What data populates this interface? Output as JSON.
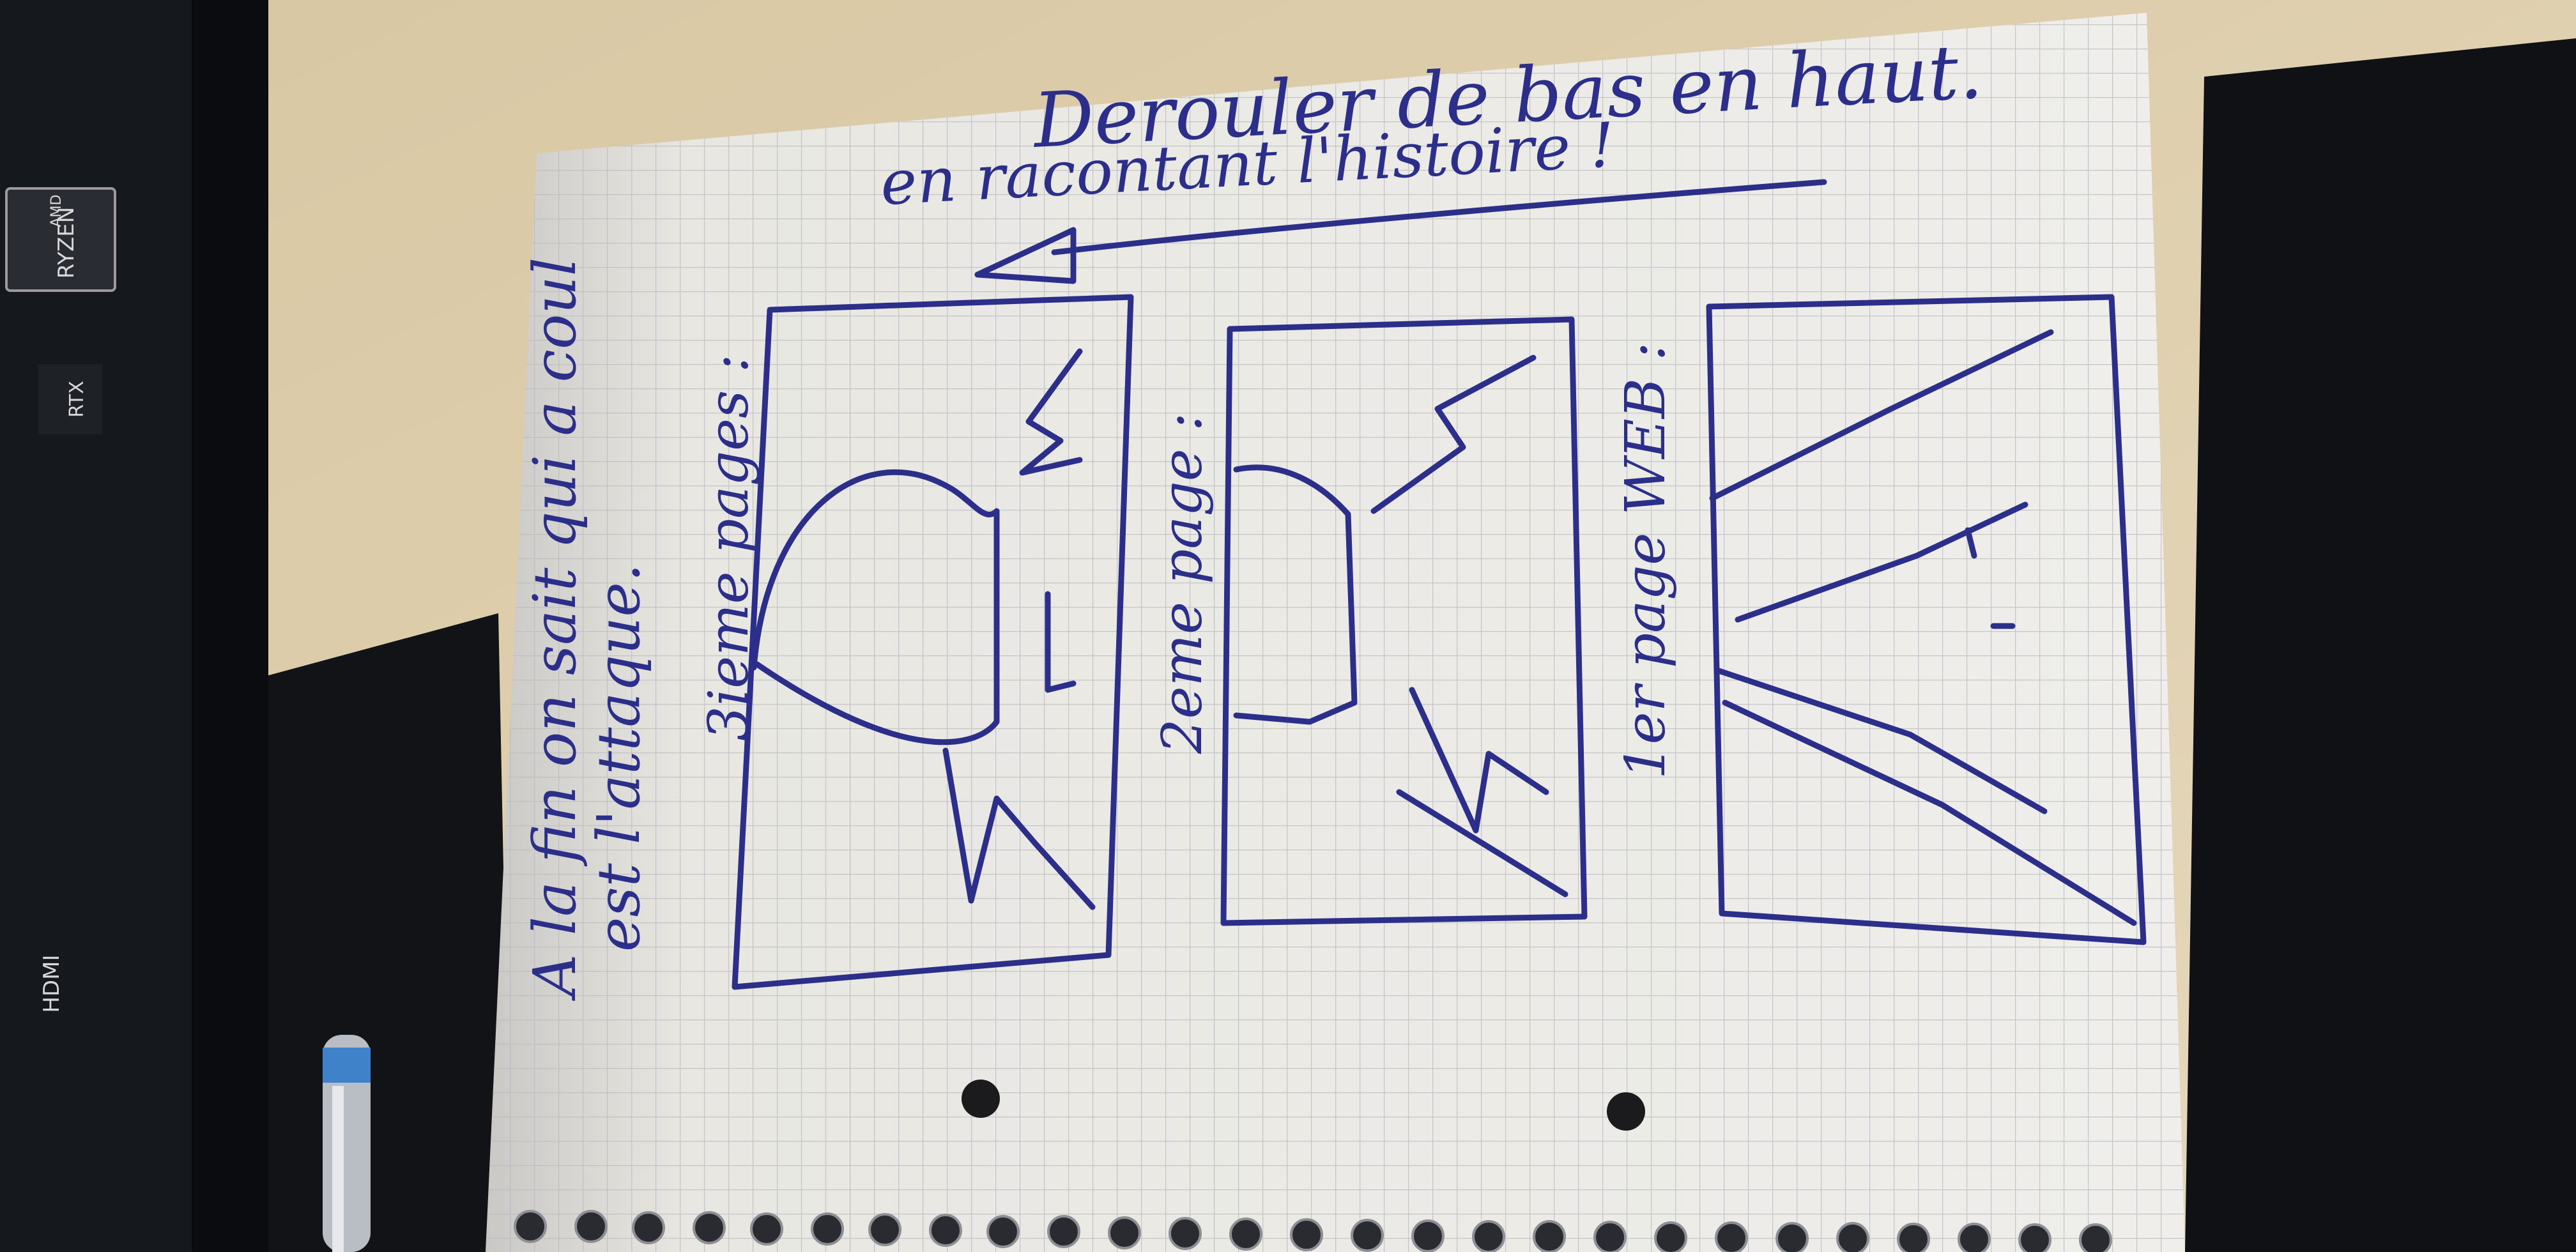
{
  "scene": {
    "description_labels": {
      "laptop_badges": [
        "AMD",
        "RYZEN",
        "RTX",
        "HDMI"
      ]
    },
    "colors": {
      "ink": "#2b2f8a",
      "paper": "#ecebe6",
      "grid": "#b7b9bf",
      "wall": "#d9c9a6",
      "laptop": "#15181d",
      "cloth": "#101114"
    }
  },
  "notebook": {
    "header_line1": "Derouler de bas en haut.",
    "header_line2": "en racontant l'histoire !",
    "side_note_line1": "A la fin on sait qui a coul",
    "side_note_line2": "est l'attaque.",
    "page_labels": [
      "3ieme pages :",
      "2eme page :",
      "1er page WEB :"
    ]
  }
}
